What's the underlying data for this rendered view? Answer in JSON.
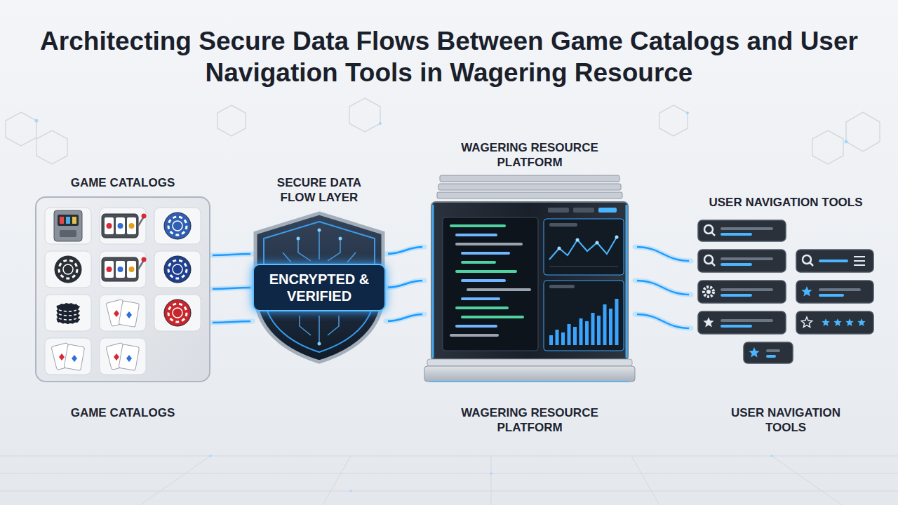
{
  "diagram": {
    "title": "Architecting Secure Data Flows Between Game Catalogs and User Navigation Tools in Wagering Resource",
    "nodes": [
      {
        "text": [
          "GAME CATALOGS"
        ]
      },
      {
        "text": [
          "SECURE DATA FLOW LAYER",
          "ENCRYPTED & VERIFIED"
        ]
      },
      {
        "text": [
          "WAGERING RESOURCE PLATFORM"
        ]
      },
      {
        "text": [
          "USER NAVIGATION TOOLS"
        ]
      }
    ],
    "edges": [
      {
        "from": 0,
        "to": 1,
        "arrow": "none"
      },
      {
        "from": 1,
        "to": 2,
        "arrow": "none"
      },
      {
        "from": 2,
        "to": 3,
        "arrow": "none"
      }
    ],
    "labels": [
      "GAME CATALOGS",
      "WAGERING RESOURCE PLATFORM",
      "USER NAVIGATION TOOLS"
    ]
  }
}
